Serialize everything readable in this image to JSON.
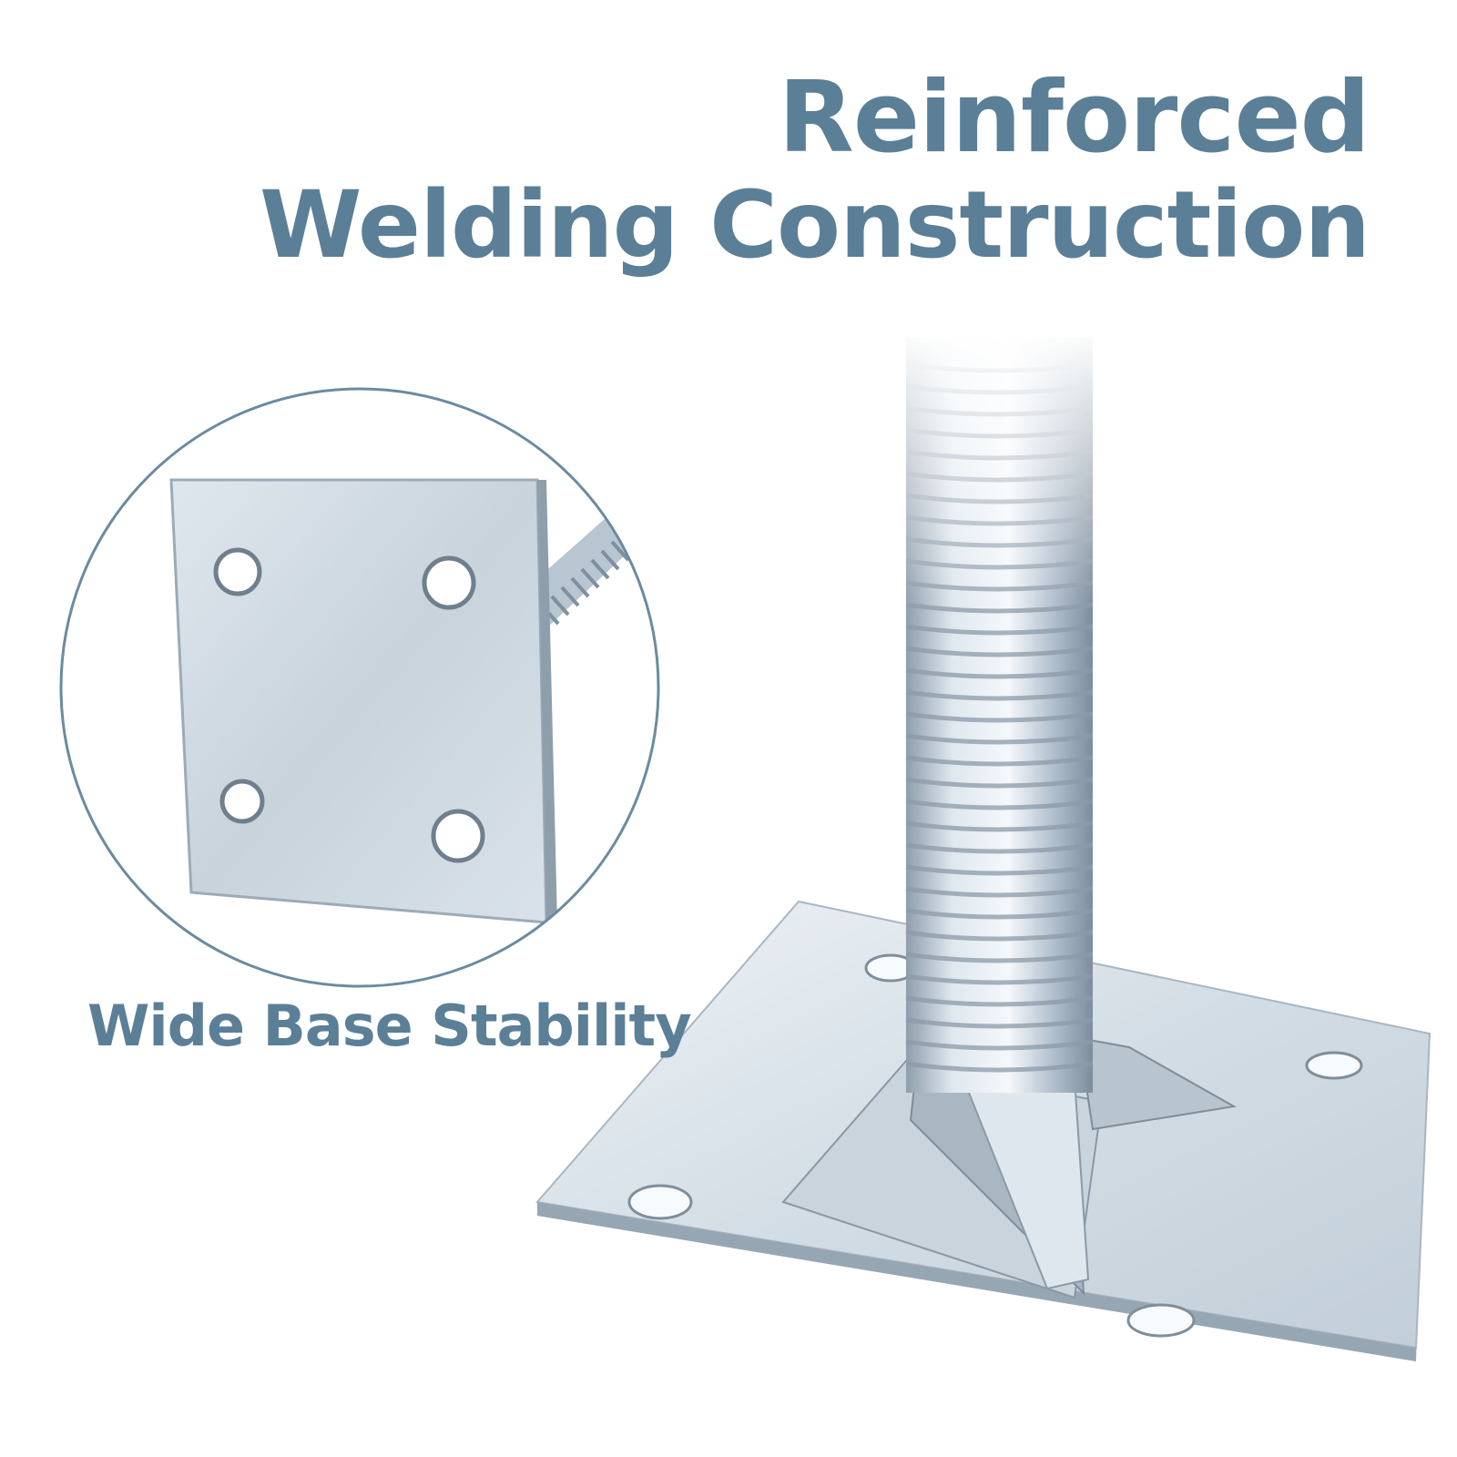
{
  "headline": {
    "line1": "Reinforced",
    "line2": "Welding Construction"
  },
  "inset": {
    "caption": "Wide Base Stability"
  },
  "colors": {
    "accent": "#5b7f97",
    "metal_light": "#e6eef4",
    "metal_mid": "#b9c7d2",
    "metal_dark": "#8a9aa8"
  }
}
